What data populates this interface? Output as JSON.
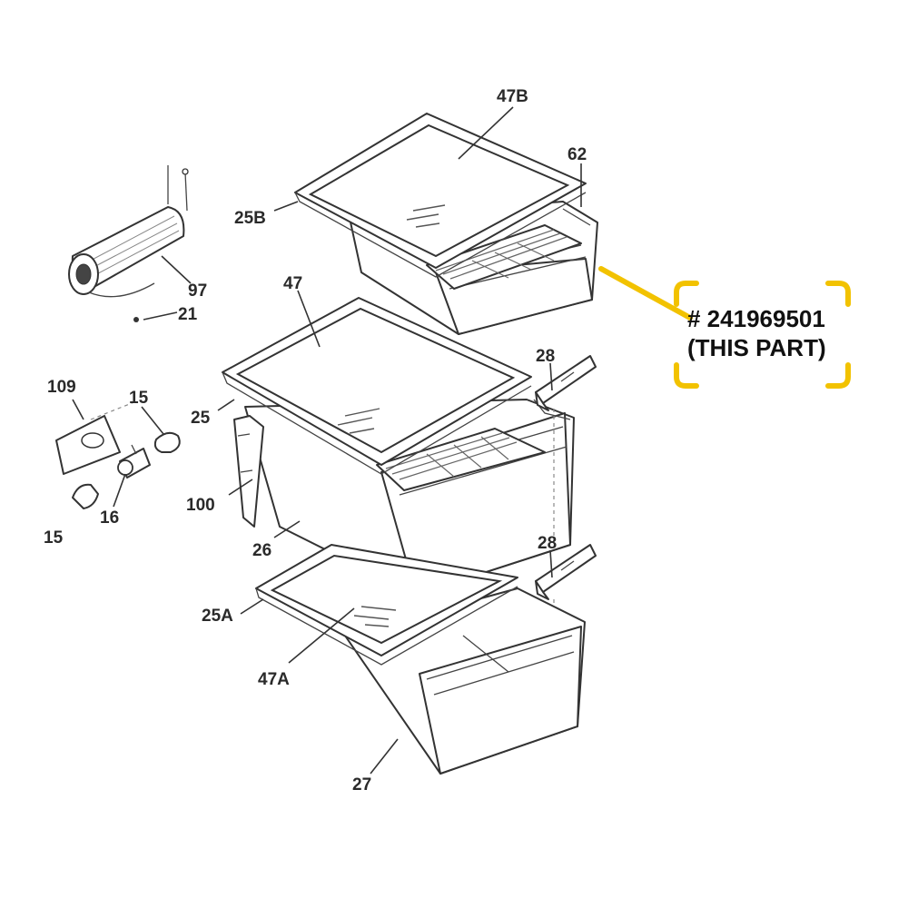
{
  "diagram": {
    "labels": {
      "l47B": "47B",
      "l62": "62",
      "l25B": "25B",
      "l97": "97",
      "l21": "21",
      "l47": "47",
      "l28a": "28",
      "l109": "109",
      "l15a": "15",
      "l25": "25",
      "l16": "16",
      "l100": "100",
      "l15b": "15",
      "l26": "26",
      "l28b": "28",
      "l25A": "25A",
      "l47A": "47A",
      "l27": "27"
    },
    "callout": {
      "part_number": "# 241969501",
      "note": "(THIS PART)"
    },
    "colors": {
      "accent": "#F2C200",
      "line": "#333333",
      "text": "#2a2a2a"
    }
  }
}
